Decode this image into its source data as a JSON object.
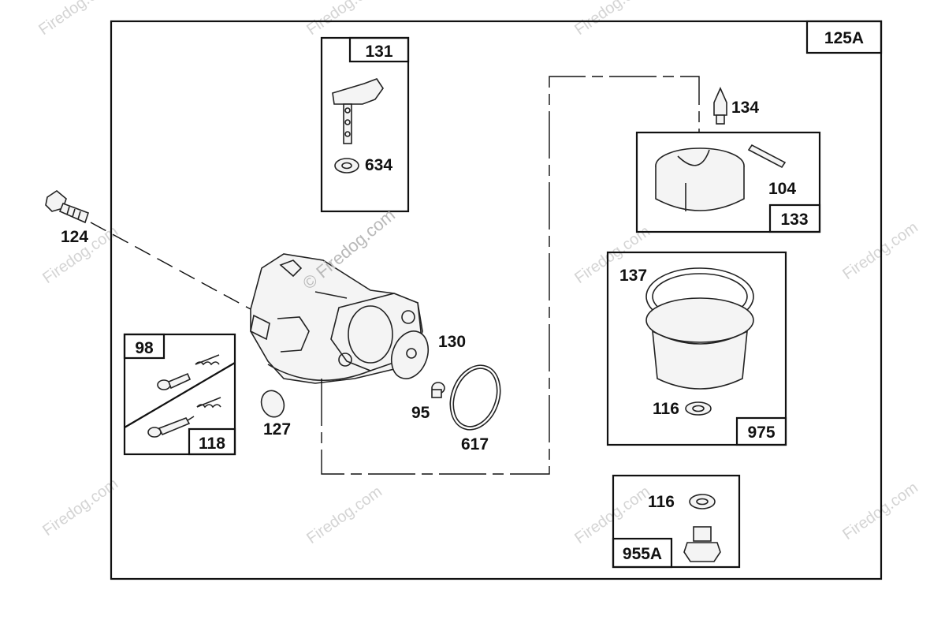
{
  "diagram": {
    "watermark": "Firedog.com",
    "watermark_main": "© Firedog.com",
    "assembly_label": "125A",
    "labels": {
      "p131": "131",
      "p634": "634",
      "p134": "134",
      "p104": "104",
      "p133": "133",
      "p124": "124",
      "p137": "137",
      "p116a": "116",
      "p975": "975",
      "p98": "98",
      "p118": "118",
      "p127": "127",
      "p130": "130",
      "p95": "95",
      "p617": "617",
      "p116b": "116",
      "p955A": "955A"
    }
  }
}
